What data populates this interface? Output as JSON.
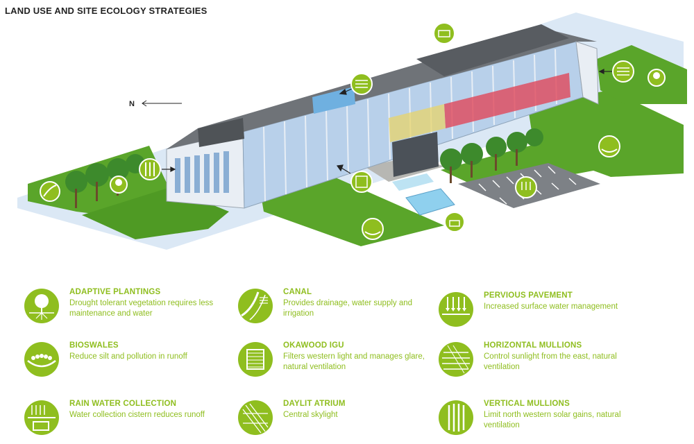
{
  "header": {
    "title": "LAND USE AND SITE ECOLOGY STRATEGIES"
  },
  "compass": {
    "label": "N"
  },
  "colors": {
    "accent_green": "#8fbe1f",
    "lawn_green": "#5aa52a",
    "glass_blue": "#a9c7e6",
    "roof_gray": "#6f7378"
  },
  "legend": [
    {
      "id": "adaptive-plantings",
      "icon": "tree-roots-icon",
      "title": "ADAPTIVE PLANTINGS",
      "desc": "Drought tolerant vegetation requires less maintenance and water"
    },
    {
      "id": "canal",
      "icon": "canal-icon",
      "title": "CANAL",
      "desc": "Provides drainage, water supply and irrigation"
    },
    {
      "id": "pervious-pavement",
      "icon": "pervious-pavement-icon",
      "title": "PERVIOUS PAVEMENT",
      "desc": "Increased surface water management"
    },
    {
      "id": "bioswales",
      "icon": "bioswale-icon",
      "title": "BIOSWALES",
      "desc": "Reduce silt and pollution in runoff"
    },
    {
      "id": "okawood-igu",
      "icon": "okawood-igu-icon",
      "title": "OKAWOOD IGU",
      "desc": "Filters western light and manages glare, natural ventilation"
    },
    {
      "id": "horizontal-mullions",
      "icon": "horizontal-mullions-icon",
      "title": "HORIZONTAL MULLIONS",
      "desc": "Control sunlight from the east, natural ventilation"
    },
    {
      "id": "rain-water-collection",
      "icon": "rain-collection-icon",
      "title": "RAIN WATER COLLECTION",
      "desc": "Water collection cistern reduces runoff"
    },
    {
      "id": "daylit-atrium",
      "icon": "daylit-atrium-icon",
      "title": "DAYLIT ATRIUM",
      "desc": "Central skylight"
    },
    {
      "id": "vertical-mullions",
      "icon": "vertical-mullions-icon",
      "title": "VERTICAL MULLIONS",
      "desc": "Limit north western solar gains, natural ventilation"
    }
  ]
}
